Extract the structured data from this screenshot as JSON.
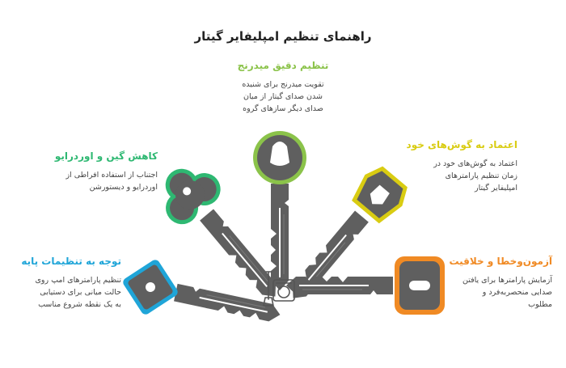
{
  "title": "راهنمای تنظیم امپلیفایر گیتار",
  "steps": [
    {
      "heading": "تنظیم دقیق میدرنج",
      "lines": [
        "تقویت میدرنج برای شنیده",
        "شدن صدای گیتار از میان",
        "صدای دیگر سازهای گروه"
      ],
      "color": "#8bc34a"
    },
    {
      "heading": "اعتماد به گوش‌های خود",
      "lines": [
        "اعتماد به گوش‌های خود در",
        "زمان تنظیم پارامترهای",
        "امپلیفایر گیتار"
      ],
      "color": "#d9cc12"
    },
    {
      "heading": "کاهش گین و اوردرایو",
      "lines": [
        "اجتناب از استفاده افراطی از",
        "اوردرایو و دیستورشن"
      ],
      "color": "#2eb872"
    },
    {
      "heading": "آزمون‌وخطا و خلاقیت",
      "lines": [
        "آزمایش پارامترها برای یافتن",
        "صدایی منحصربه‌فرد و",
        "مطلوب"
      ],
      "color": "#f08a24"
    },
    {
      "heading": "توجه به تنظیمات پایه",
      "lines": [
        "تنظیم پارامترهای امپ روی",
        "حالت میانی برای دستیابی",
        "به یک نقطه شروع مناسب"
      ],
      "color": "#1fa5d8"
    }
  ],
  "center_icon": "guitar-amp-icon",
  "key_color": "#5f5f5f"
}
